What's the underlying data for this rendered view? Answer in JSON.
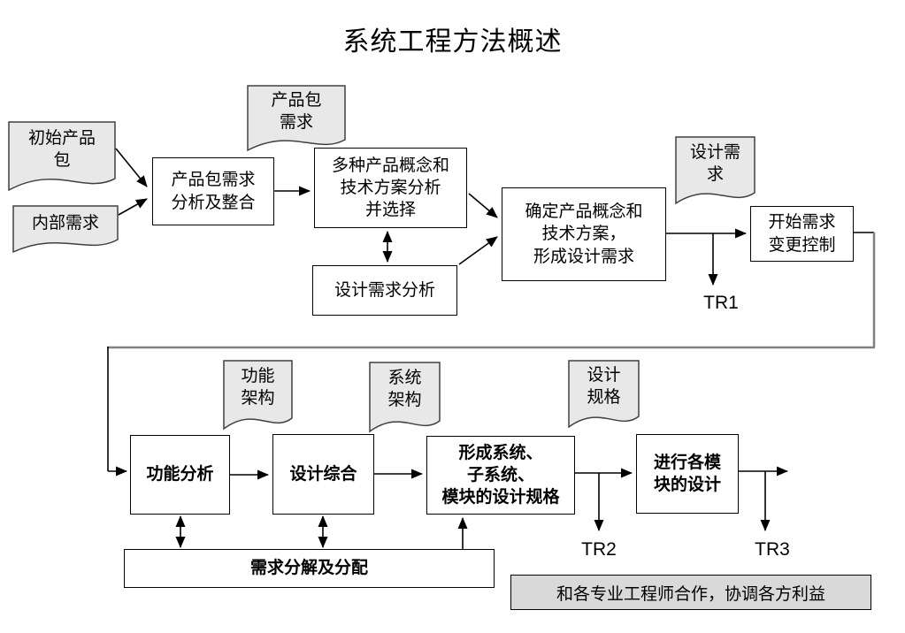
{
  "title": "系统工程方法概述",
  "boxes": {
    "package_req_analysis": "产品包需求\n分析及整合",
    "multi_concept_selection": "多种产品概念和\n技术方案分析\n并选择",
    "design_req_analysis": "设计需求分析",
    "determine_concept": "确定产品概念和\n技术方案，\n形成设计需求",
    "start_change_control": "开始需求\n变更控制",
    "functional_analysis": "功能分析",
    "design_synthesis": "设计综合",
    "form_design_specs": "形成系统、\n子系统、\n模块的设计规格",
    "module_design": "进行各模\n块的设计",
    "req_decomposition": "需求分解及分配",
    "cooperation_note": "和各专业工程师合作，协调各方利益"
  },
  "documents": {
    "initial_product_package": "初始产品\n包",
    "internal_requirements": "内部需求",
    "package_requirements": "产品包\n需求",
    "design_requirements": "设计需\n求",
    "functional_architecture": "功能\n架构",
    "system_architecture": "系统\n架构",
    "design_specifications": "设计\n规格"
  },
  "milestones": {
    "tr1": "TR1",
    "tr2": "TR2",
    "tr3": "TR3"
  },
  "colors": {
    "document_fill": "#e8e8e8",
    "note_fill": "#d9d9d9",
    "line": "#000000",
    "feedback_line": "#808080",
    "background": "#ffffff"
  }
}
